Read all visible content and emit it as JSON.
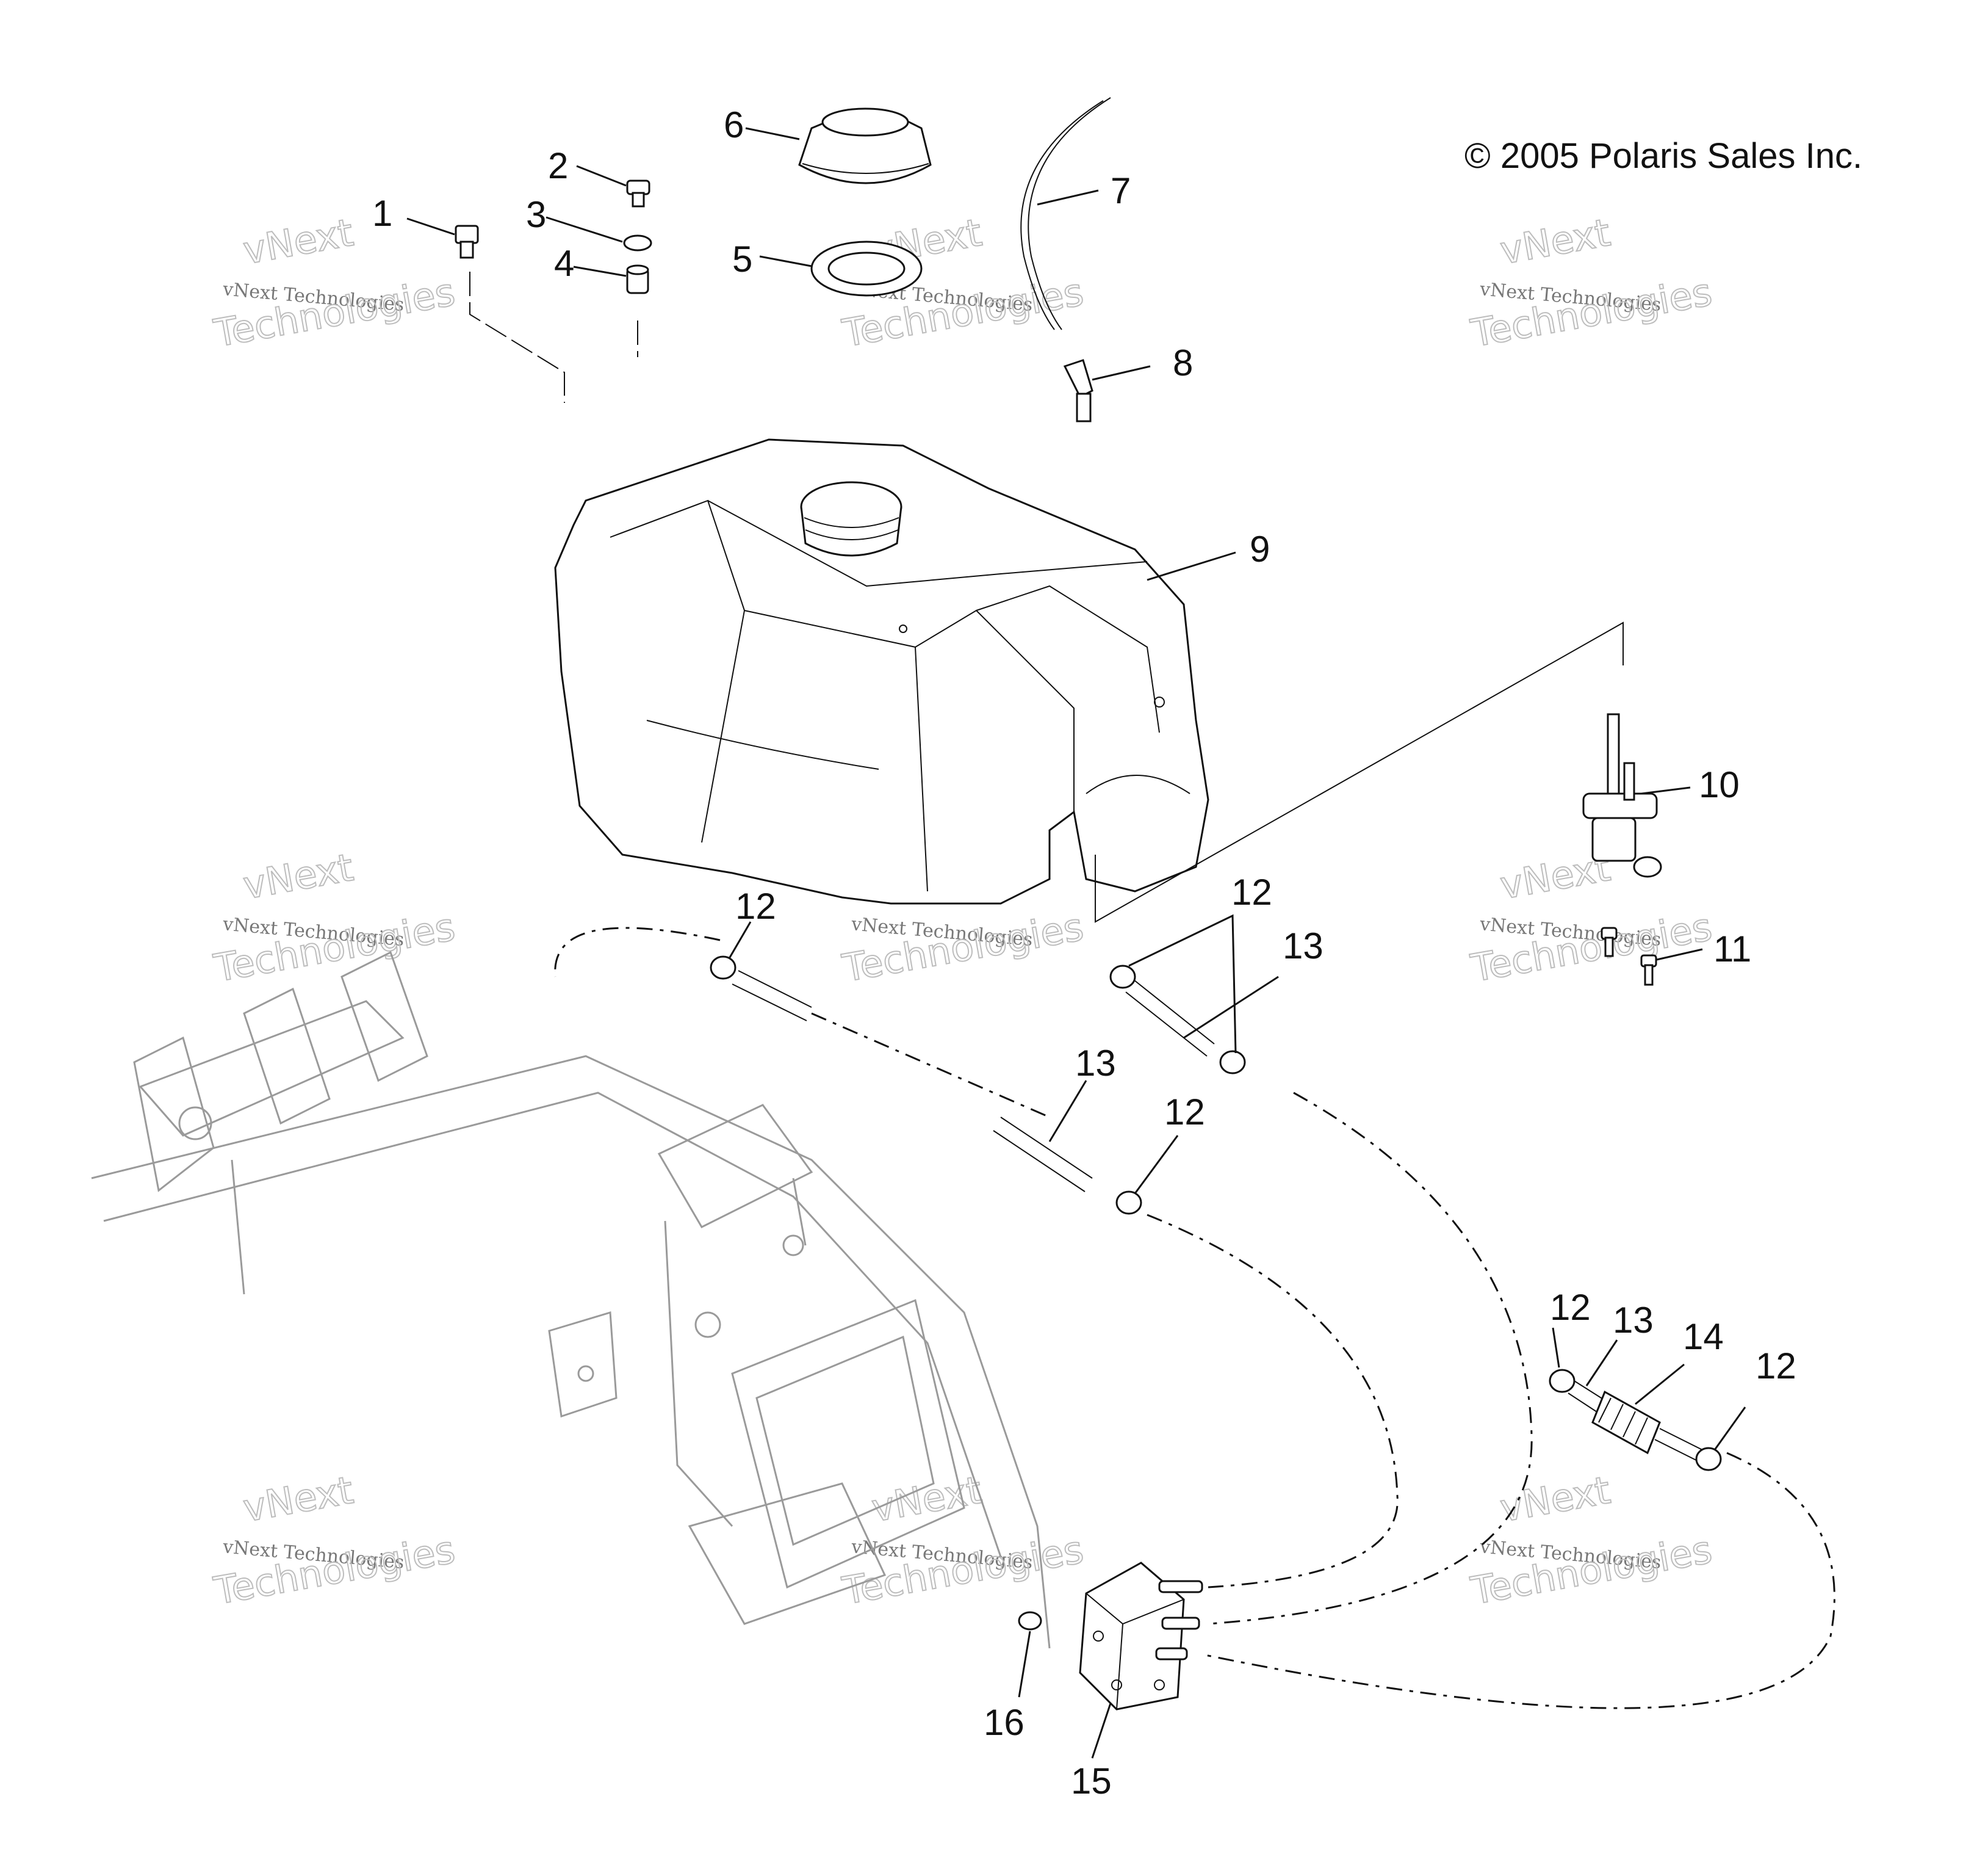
{
  "copyright": "© 2005 Polaris Sales Inc.",
  "watermark": {
    "line1": "vNext",
    "line2": "vNext Technologies",
    "line3": "Technologies"
  },
  "callouts": {
    "c1": "1",
    "c2": "2",
    "c3": "3",
    "c4": "4",
    "c5": "5",
    "c6": "6",
    "c7": "7",
    "c8": "8",
    "c9": "9",
    "c10": "10",
    "c11": "11",
    "c12a": "12",
    "c12b": "12",
    "c12c": "12",
    "c12d": "12",
    "c12e": "12",
    "c13a": "13",
    "c13b": "13",
    "c13c": "13",
    "c14": "14",
    "c15": "15",
    "c16": "16"
  }
}
